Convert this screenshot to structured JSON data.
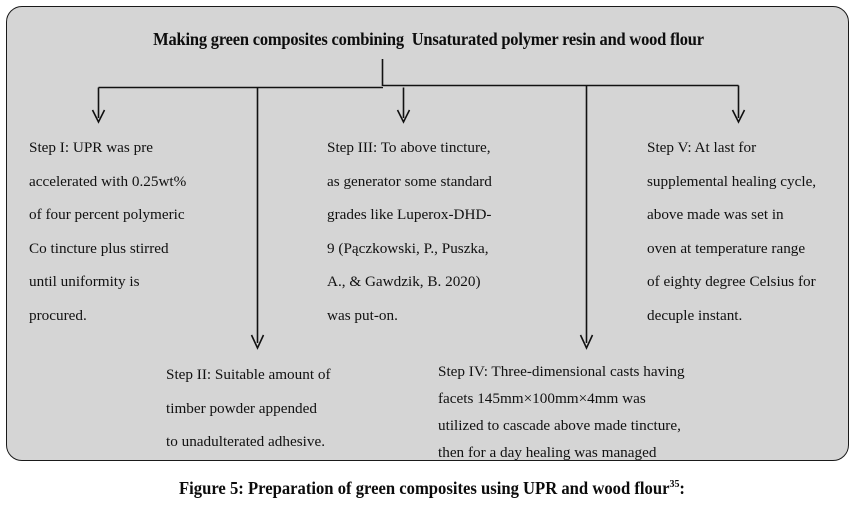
{
  "figure": {
    "title": "Making green composites combining  Unsaturated polymer resin and wood flour",
    "caption_main": "Figure 5: Preparation of green composites using UPR and wood flour",
    "caption_superscript": "35",
    "caption_trailing": ":"
  },
  "colors": {
    "box_fill": "#d5d5d5",
    "box_border": "#1a1a1a",
    "text": "#111111",
    "page_background": "#ffffff"
  },
  "steps": [
    {
      "id": "step-1",
      "label": "Step I",
      "lines": [
        "Step I: UPR was pre",
        "accelerated with 0.25wt%",
        "of four percent polymeric",
        "Co tincture plus stirred",
        "until uniformity is",
        "procured."
      ]
    },
    {
      "id": "step-3",
      "label": "Step III",
      "lines": [
        "Step III: To above tincture,",
        "as generator some standard",
        "grades like Luperox-DHD-",
        "9 (Pączkowski, P., Puszka,",
        "A., & Gawdzik, B. 2020)",
        "was put-on."
      ]
    },
    {
      "id": "step-5",
      "label": "Step V",
      "lines": [
        "Step V: At last for",
        "supplemental healing cycle,",
        "above made was set in",
        "oven at temperature range",
        "of eighty degree Celsius for",
        "decuple instant."
      ]
    },
    {
      "id": "step-2",
      "label": "Step II",
      "lines": [
        "Step II: Suitable amount of",
        "timber powder appended",
        "to unadulterated adhesive."
      ]
    },
    {
      "id": "step-4",
      "label": "Step IV",
      "lines": [
        "Step IV: Three-dimensional casts having",
        "facets 145mm×100mm×4mm was",
        "utilized to cascade above made tincture,",
        "then for a day healing was managed"
      ]
    }
  ]
}
